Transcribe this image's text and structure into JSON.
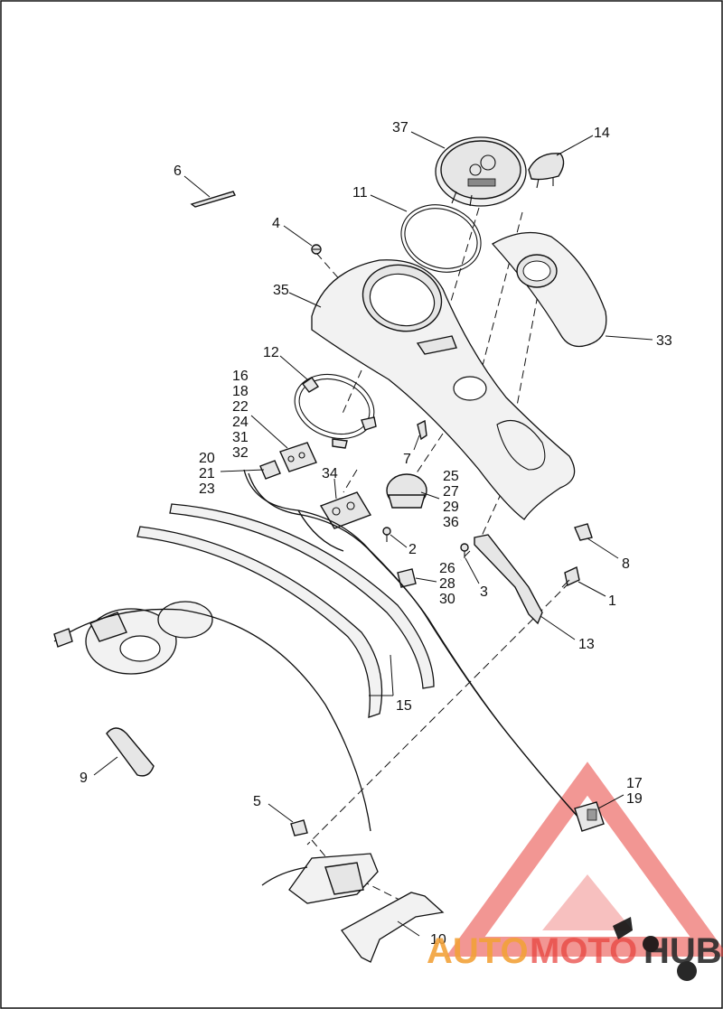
{
  "labels": {
    "l37": "37",
    "l14": "14",
    "l6": "6",
    "l11": "11",
    "l4": "4",
    "l35": "35",
    "l33": "33",
    "l12": "12",
    "l16": "16",
    "l18": "18",
    "l22": "22",
    "l24": "24",
    "l31": "31",
    "l32": "32",
    "l7": "7",
    "l20": "20",
    "l21": "21",
    "l23": "23",
    "l34": "34",
    "l25": "25",
    "l27": "27",
    "l29": "29",
    "l36": "36",
    "l2": "2",
    "l8": "8",
    "l3": "3",
    "l26": "26",
    "l28": "28",
    "l30": "30",
    "l1": "1",
    "l13": "13",
    "l15": "15",
    "l9": "9",
    "l17": "17",
    "l19": "19",
    "l5": "5",
    "l10": "10"
  },
  "watermark": {
    "text_part1": "AUTO",
    "text_part2": "MOTO",
    "text_part3": "HUB",
    "color_red": "#e8413c",
    "color_orange": "#f2a23a",
    "color_dark": "#2b2b2b"
  }
}
